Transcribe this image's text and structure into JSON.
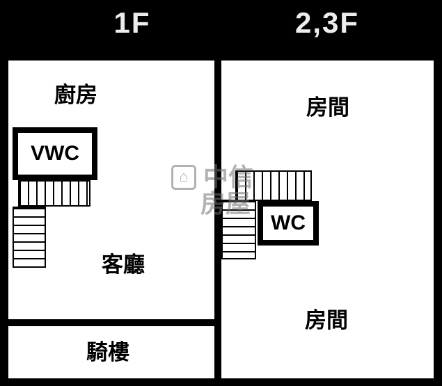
{
  "floor_labels": {
    "left": "1F",
    "right": "2,3F"
  },
  "left_unit": {
    "kitchen_label": "廚房",
    "toilet_label": "VWC",
    "living_label": "客廳",
    "arcade_label": "騎樓"
  },
  "right_unit": {
    "room_top_label": "房間",
    "toilet_label": "WC",
    "room_bottom_label": "房間"
  },
  "watermark": {
    "line1": "中信",
    "line2": "房屋",
    "logo_glyph": "⌂"
  },
  "colors": {
    "background": "#000000",
    "room_fill": "#ffffff",
    "wall": "#000000",
    "floor_label_color": "#ededed",
    "watermark_color": "#737373"
  }
}
